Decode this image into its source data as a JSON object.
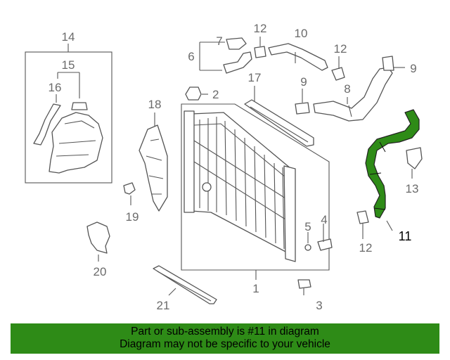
{
  "diagram": {
    "callouts": [
      {
        "id": "c1",
        "text": "1"
      },
      {
        "id": "c2",
        "text": "2"
      },
      {
        "id": "c3",
        "text": "3"
      },
      {
        "id": "c4",
        "text": "4"
      },
      {
        "id": "c5",
        "text": "5"
      },
      {
        "id": "c6",
        "text": "6"
      },
      {
        "id": "c7",
        "text": "7"
      },
      {
        "id": "c8",
        "text": "8"
      },
      {
        "id": "c9a",
        "text": "9"
      },
      {
        "id": "c9b",
        "text": "9"
      },
      {
        "id": "c10",
        "text": "10"
      },
      {
        "id": "c11",
        "text": "11"
      },
      {
        "id": "c12a",
        "text": "12"
      },
      {
        "id": "c12b",
        "text": "12"
      },
      {
        "id": "c12c",
        "text": "12"
      },
      {
        "id": "c13",
        "text": "13"
      },
      {
        "id": "c14",
        "text": "14"
      },
      {
        "id": "c15",
        "text": "15"
      },
      {
        "id": "c16",
        "text": "16"
      },
      {
        "id": "c17",
        "text": "17"
      },
      {
        "id": "c18",
        "text": "18"
      },
      {
        "id": "c19",
        "text": "19"
      },
      {
        "id": "c20",
        "text": "20"
      },
      {
        "id": "c21",
        "text": "21"
      }
    ],
    "highlight_part": "11",
    "highlight_color": "#2e8b17"
  },
  "banner": {
    "line1": "Part or sub-assembly is #11 in diagram",
    "line2": "Diagram may not be specific to your vehicle",
    "color": "#2e8b17"
  }
}
